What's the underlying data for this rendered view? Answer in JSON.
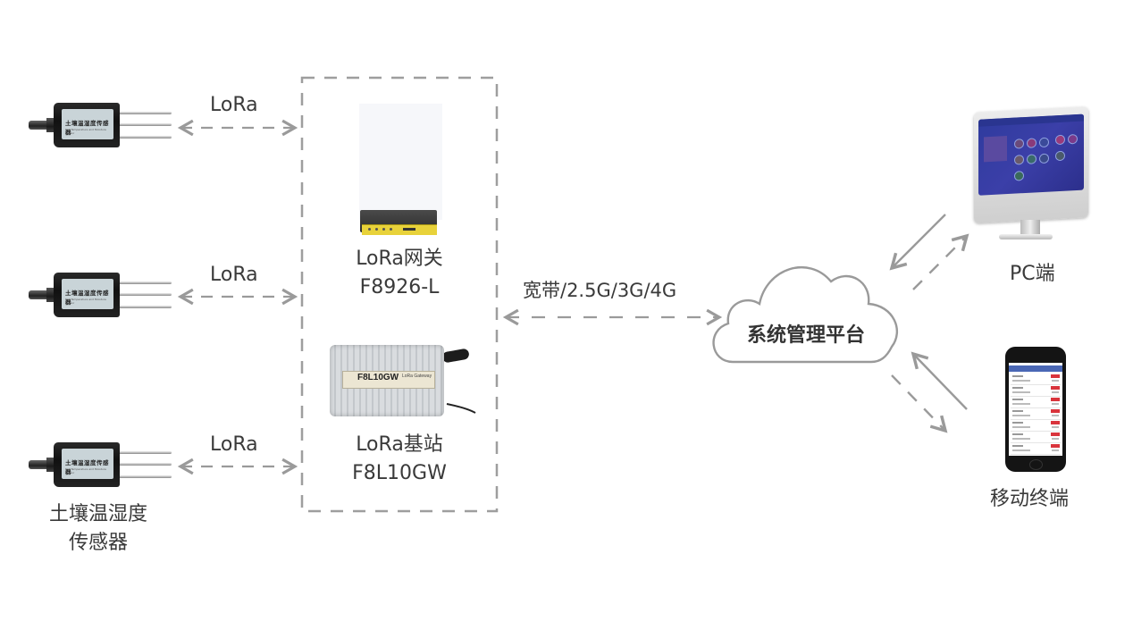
{
  "sensors": {
    "plate_text": "土壤温湿度传感器",
    "plate_subtext": "Soil Temperature and Moisture Sensor",
    "caption_line1": "土壤温湿度",
    "caption_line2": "传感器",
    "links": [
      "LoRa",
      "LoRa",
      "LoRa"
    ]
  },
  "gateway": {
    "name": "LoRa网关",
    "model": "F8926-L"
  },
  "base_station": {
    "name": "LoRa基站",
    "model": "F8L10GW",
    "device_label_model": "F8L10GW",
    "device_label_sub": "LoRa Gateway"
  },
  "uplink": {
    "label": "宽带/2.5G/3G/4G"
  },
  "platform": {
    "label": "系统管理平台"
  },
  "clients": {
    "pc": "PC端",
    "mobile": "移动终端"
  },
  "colors": {
    "arrow": "#9a9a9a",
    "dash_box": "#999999",
    "text": "#3a3a3a",
    "cloud_stroke": "#9a9a9a"
  }
}
